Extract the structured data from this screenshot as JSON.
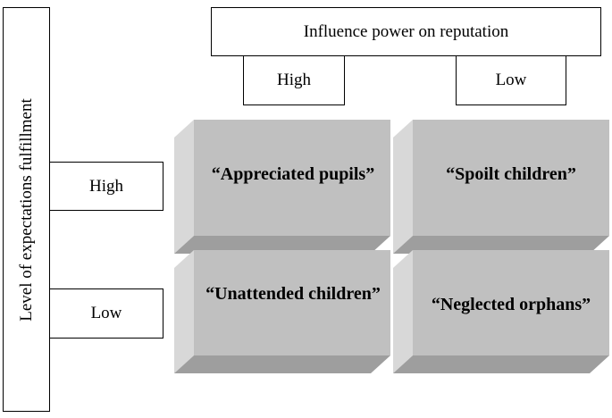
{
  "header": {
    "title": "Influence power on reputation"
  },
  "columns": {
    "high": "High",
    "low": "Low"
  },
  "rows": {
    "high": "High",
    "low": "Low"
  },
  "axis": {
    "left_label": "Level of expectations fulfillment"
  },
  "cells": {
    "top_left": "“Appreciated pupils”",
    "top_right": "“Spoilt children”",
    "bottom_left": "“Unattended children”",
    "bottom_right": "“Neglected orphans”"
  },
  "colors": {
    "face": "#c0c0c0",
    "left_side": "#d8d8d8",
    "bottom_side": "#9e9e9e",
    "border": "#000000"
  }
}
